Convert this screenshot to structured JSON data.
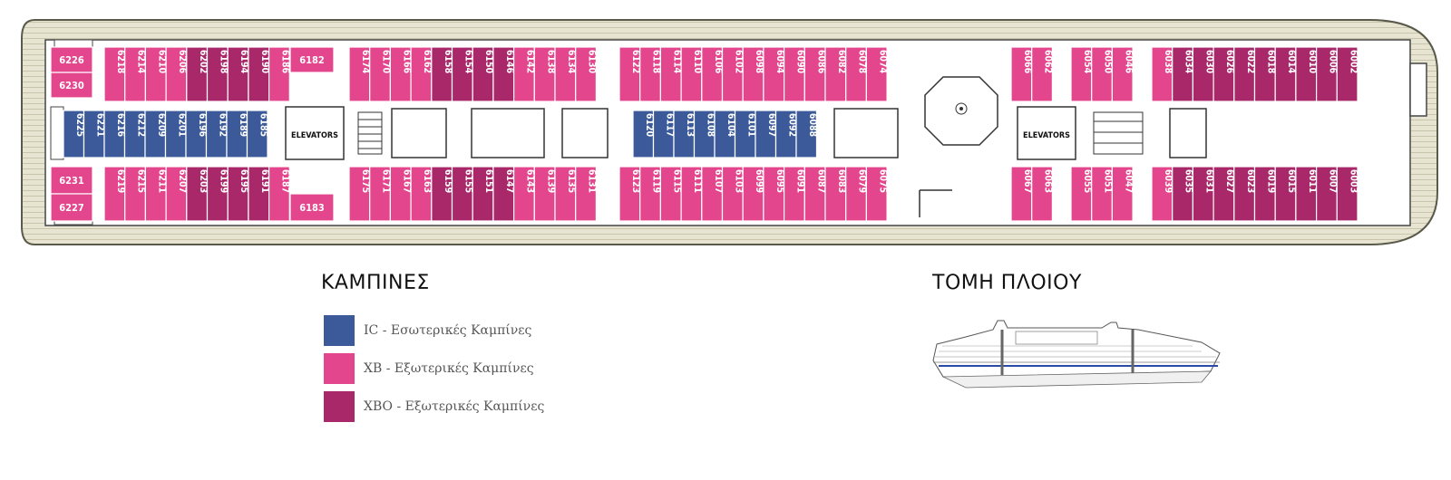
{
  "colors": {
    "ic": "#3c5a99",
    "xb": "#e3468c",
    "xbo": "#a8286a",
    "hull": "#e5e3d3",
    "deck": "#d8d5c2"
  },
  "plan": {
    "elevators_left": "ELEVATORS",
    "elevators_right": "ELEVATORS",
    "stern_top": [
      {
        "label": "6226",
        "type": "xb"
      },
      {
        "label": "6230",
        "type": "xb"
      }
    ],
    "stern_bottom": [
      {
        "label": "6231",
        "type": "xb"
      },
      {
        "label": "6227",
        "type": "xb"
      }
    ],
    "top_groups": [
      [
        {
          "label": "6218",
          "type": "xb"
        },
        {
          "label": "6214",
          "type": "xb"
        },
        {
          "label": "6210",
          "type": "xb"
        },
        {
          "label": "6206",
          "type": "xb"
        },
        {
          "label": "6202",
          "type": "xbo"
        },
        {
          "label": "6198",
          "type": "xbo"
        },
        {
          "label": "6194",
          "type": "xbo"
        },
        {
          "label": "6190",
          "type": "xbo"
        },
        {
          "label": "6186",
          "type": "xb"
        }
      ],
      [
        {
          "label": "6174",
          "type": "xb"
        },
        {
          "label": "6170",
          "type": "xb"
        },
        {
          "label": "6166",
          "type": "xb"
        },
        {
          "label": "6162",
          "type": "xb"
        },
        {
          "label": "6158",
          "type": "xbo"
        },
        {
          "label": "6154",
          "type": "xbo"
        },
        {
          "label": "6150",
          "type": "xbo"
        },
        {
          "label": "6146",
          "type": "xbo"
        },
        {
          "label": "6142",
          "type": "xb"
        },
        {
          "label": "6138",
          "type": "xb"
        },
        {
          "label": "6134",
          "type": "xb"
        },
        {
          "label": "6130",
          "type": "xb"
        }
      ],
      [
        {
          "label": "6122",
          "type": "xb"
        },
        {
          "label": "6118",
          "type": "xb"
        },
        {
          "label": "6114",
          "type": "xb"
        },
        {
          "label": "6110",
          "type": "xb"
        },
        {
          "label": "6106",
          "type": "xb"
        },
        {
          "label": "6102",
          "type": "xb"
        },
        {
          "label": "6098",
          "type": "xb"
        },
        {
          "label": "6094",
          "type": "xb"
        },
        {
          "label": "6090",
          "type": "xb"
        },
        {
          "label": "6086",
          "type": "xb"
        },
        {
          "label": "6082",
          "type": "xb"
        },
        {
          "label": "6078",
          "type": "xb"
        },
        {
          "label": "6074",
          "type": "xb"
        }
      ],
      [
        {
          "label": "6066",
          "type": "xb"
        },
        {
          "label": "6062",
          "type": "xb"
        }
      ],
      [
        {
          "label": "6054",
          "type": "xb"
        },
        {
          "label": "6050",
          "type": "xb"
        },
        {
          "label": "6046",
          "type": "xb"
        }
      ],
      [
        {
          "label": "6038",
          "type": "xb"
        },
        {
          "label": "6034",
          "type": "xbo"
        },
        {
          "label": "6030",
          "type": "xbo"
        },
        {
          "label": "6026",
          "type": "xbo"
        },
        {
          "label": "6022",
          "type": "xbo"
        },
        {
          "label": "6018",
          "type": "xbo"
        },
        {
          "label": "6014",
          "type": "xbo"
        },
        {
          "label": "6010",
          "type": "xbo"
        },
        {
          "label": "6006",
          "type": "xbo"
        },
        {
          "label": "6002",
          "type": "xbo"
        }
      ]
    ],
    "bottom_groups": [
      [
        {
          "label": "6219",
          "type": "xb"
        },
        {
          "label": "6215",
          "type": "xb"
        },
        {
          "label": "6211",
          "type": "xb"
        },
        {
          "label": "6207",
          "type": "xb"
        },
        {
          "label": "6203",
          "type": "xbo"
        },
        {
          "label": "6199",
          "type": "xbo"
        },
        {
          "label": "6195",
          "type": "xbo"
        },
        {
          "label": "6191",
          "type": "xbo"
        },
        {
          "label": "6187",
          "type": "xb"
        }
      ],
      [
        {
          "label": "6175",
          "type": "xb"
        },
        {
          "label": "6171",
          "type": "xb"
        },
        {
          "label": "6167",
          "type": "xb"
        },
        {
          "label": "6163",
          "type": "xb"
        },
        {
          "label": "6159",
          "type": "xbo"
        },
        {
          "label": "6155",
          "type": "xbo"
        },
        {
          "label": "6151",
          "type": "xbo"
        },
        {
          "label": "6147",
          "type": "xbo"
        },
        {
          "label": "6143",
          "type": "xb"
        },
        {
          "label": "6139",
          "type": "xb"
        },
        {
          "label": "6135",
          "type": "xb"
        },
        {
          "label": "6131",
          "type": "xb"
        }
      ],
      [
        {
          "label": "6123",
          "type": "xb"
        },
        {
          "label": "6119",
          "type": "xb"
        },
        {
          "label": "6115",
          "type": "xb"
        },
        {
          "label": "6111",
          "type": "xb"
        },
        {
          "label": "6107",
          "type": "xb"
        },
        {
          "label": "6103",
          "type": "xb"
        },
        {
          "label": "6099",
          "type": "xb"
        },
        {
          "label": "6095",
          "type": "xb"
        },
        {
          "label": "6091",
          "type": "xb"
        },
        {
          "label": "6087",
          "type": "xb"
        },
        {
          "label": "6083",
          "type": "xb"
        },
        {
          "label": "6079",
          "type": "xb"
        },
        {
          "label": "6075",
          "type": "xb"
        }
      ],
      [
        {
          "label": "6067",
          "type": "xb"
        },
        {
          "label": "6063",
          "type": "xb"
        }
      ],
      [
        {
          "label": "6055",
          "type": "xb"
        },
        {
          "label": "6051",
          "type": "xb"
        },
        {
          "label": "6047",
          "type": "xb"
        }
      ],
      [
        {
          "label": "6039",
          "type": "xb"
        },
        {
          "label": "6035",
          "type": "xbo"
        },
        {
          "label": "6031",
          "type": "xbo"
        },
        {
          "label": "6027",
          "type": "xbo"
        },
        {
          "label": "6023",
          "type": "xbo"
        },
        {
          "label": "6019",
          "type": "xbo"
        },
        {
          "label": "6015",
          "type": "xbo"
        },
        {
          "label": "6011",
          "type": "xbo"
        },
        {
          "label": "6007",
          "type": "xbo"
        },
        {
          "label": "6003",
          "type": "xbo"
        }
      ]
    ],
    "corner_top": {
      "label": "6182",
      "type": "xb"
    },
    "corner_bottom": {
      "label": "6183",
      "type": "xb"
    },
    "inside_groups": [
      [
        {
          "label": "6225",
          "type": "ic"
        },
        {
          "label": "6221",
          "type": "ic"
        },
        {
          "label": "6216",
          "type": "ic"
        },
        {
          "label": "6212",
          "type": "ic"
        },
        {
          "label": "6209",
          "type": "ic"
        },
        {
          "label": "6201",
          "type": "ic"
        },
        {
          "label": "6196",
          "type": "ic"
        },
        {
          "label": "6192",
          "type": "ic"
        },
        {
          "label": "6189",
          "type": "ic"
        },
        {
          "label": "6185",
          "type": "ic"
        }
      ],
      [
        {
          "label": "6120",
          "type": "ic"
        },
        {
          "label": "6117",
          "type": "ic"
        },
        {
          "label": "6113",
          "type": "ic"
        },
        {
          "label": "6108",
          "type": "ic"
        },
        {
          "label": "6104",
          "type": "ic"
        },
        {
          "label": "6101",
          "type": "ic"
        },
        {
          "label": "6097",
          "type": "ic"
        },
        {
          "label": "6092",
          "type": "ic"
        },
        {
          "label": "6088",
          "type": "ic"
        }
      ]
    ]
  },
  "legend": {
    "title": "ΚΑΜΠΙΝΕΣ",
    "items": [
      {
        "label": "IC - Εσωτερικές Καμπίνες",
        "type": "ic"
      },
      {
        "label": "XB - Εξωτερικές Καμπίνες",
        "type": "xb"
      },
      {
        "label": "XBO - Εξωτερικές Καμπίνες",
        "type": "xbo"
      }
    ]
  },
  "profile": {
    "title": "ΤΟΜΗ ΠΛΟΙΟΥ"
  }
}
